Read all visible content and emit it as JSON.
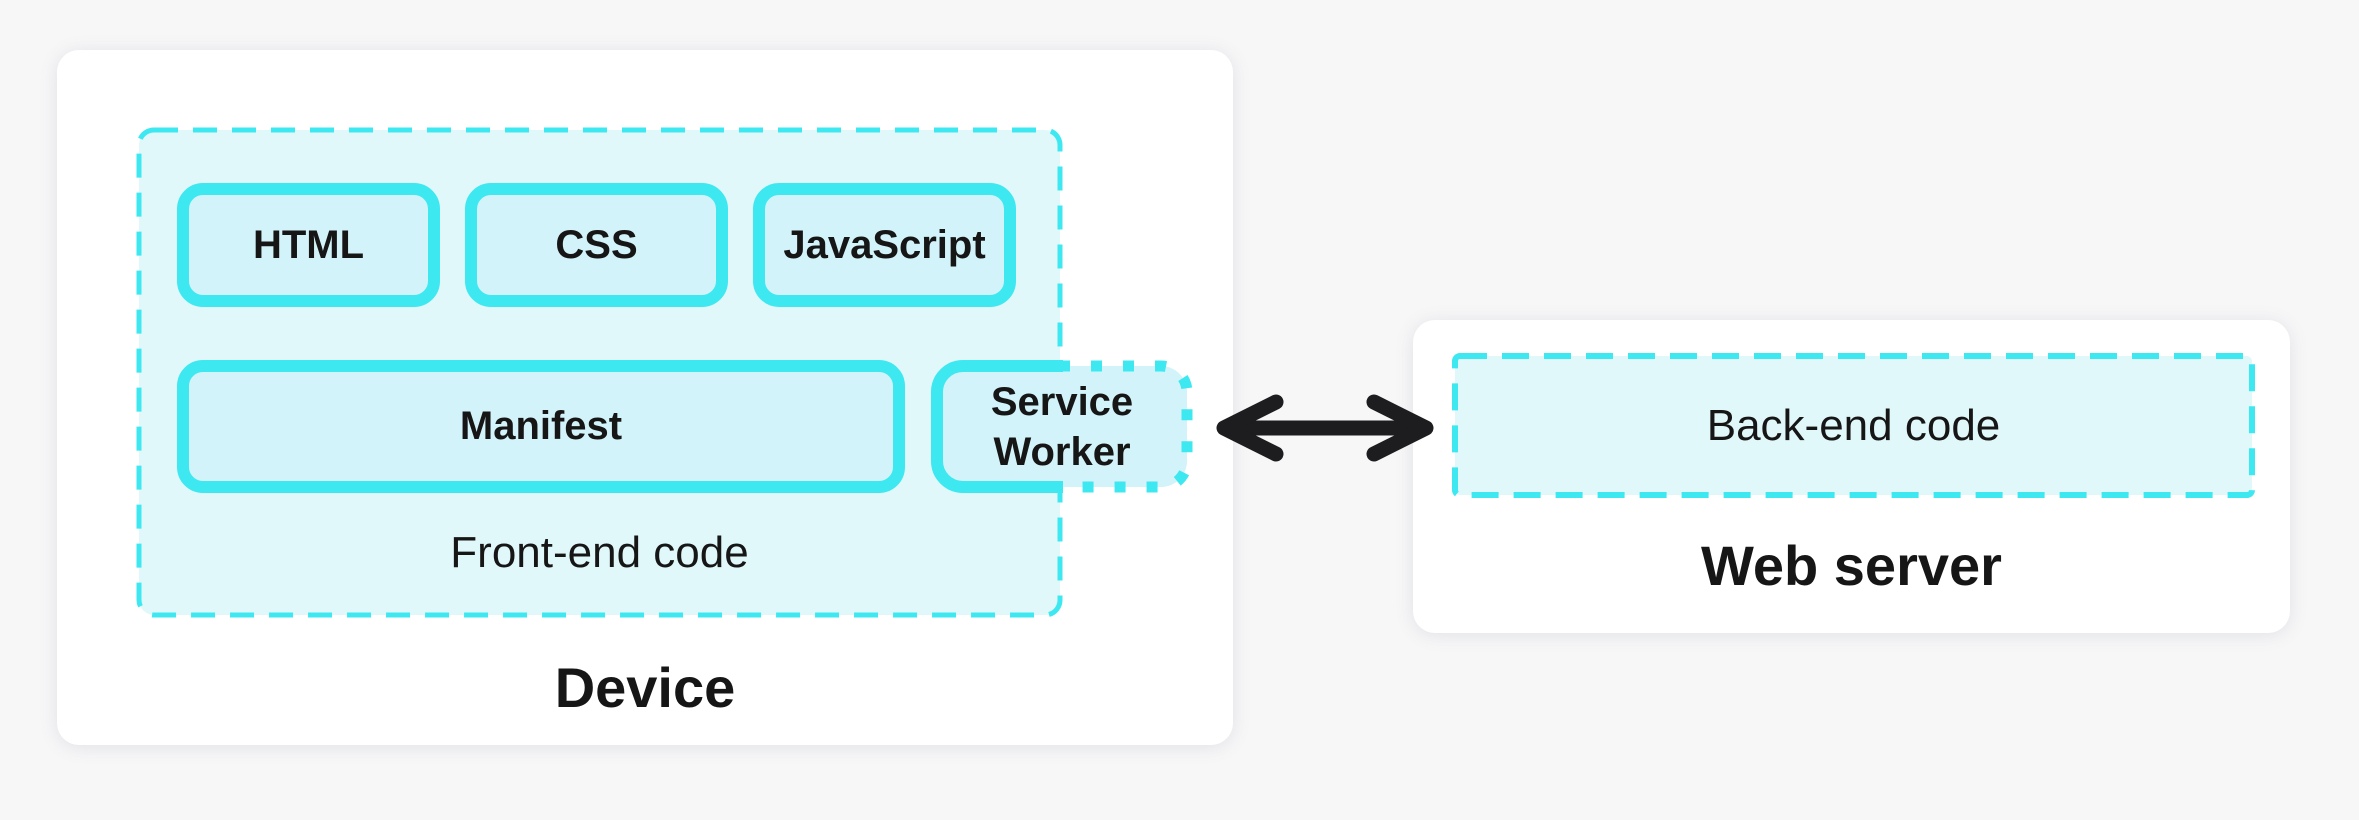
{
  "colors": {
    "accent_cyan": "#3ee8f1",
    "container_fill": "#e1f8fb",
    "box_fill": "#d2f3f9",
    "card_background": "#ffffff",
    "page_background": "#f7f7f8",
    "text": "#161616",
    "arrow_black": "#1d1d1f"
  },
  "device": {
    "label": "Device",
    "frontend": {
      "label": "Front-end code",
      "boxes": [
        "HTML",
        "CSS",
        "JavaScript"
      ],
      "manifest_label": "Manifest",
      "service_worker_label": "Service Worker"
    }
  },
  "web_server": {
    "label": "Web server",
    "backend_label": "Back-end code"
  },
  "icons": {
    "connection": "double-headed-arrow"
  }
}
